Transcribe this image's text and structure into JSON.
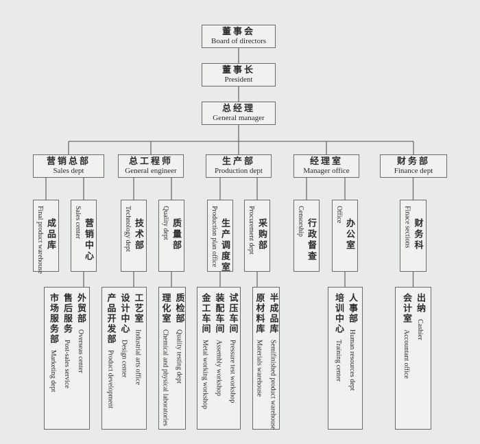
{
  "top": [
    {
      "zh": "董事会",
      "en": "Board of directors"
    },
    {
      "zh": "董事长",
      "en": "President"
    },
    {
      "zh": "总经理",
      "en": "General manager"
    }
  ],
  "departments": [
    {
      "zh": "营销总部",
      "en": "Sales dept",
      "units": [
        {
          "zh": "成品库",
          "en": "Final product warehouse"
        },
        {
          "zh": "营销中心",
          "en": "Sales center",
          "sub": [
            {
              "zh": "外贸部",
              "en": "Overseas center"
            },
            {
              "zh": "售后服务",
              "en": "Post-sales service"
            },
            {
              "zh": "市场服务部",
              "en": "Marketing dept"
            }
          ]
        }
      ]
    },
    {
      "zh": "总工程师",
      "en": "General engineer",
      "units": [
        {
          "zh": "技术部",
          "en": "Technology dept",
          "sub": [
            {
              "zh": "工艺室",
              "en": "Industrial arts office"
            },
            {
              "zh": "设计中心",
              "en": "Design center"
            },
            {
              "zh": "产品开发部",
              "en": "Product development"
            }
          ]
        },
        {
          "zh": "质量部",
          "en": "Quality dept",
          "sub": [
            {
              "zh": "质检部",
              "en": "Quality testing dept"
            },
            {
              "zh": "理化室",
              "en": "Chemical and physical laboratories"
            }
          ]
        }
      ]
    },
    {
      "zh": "生产部",
      "en": "Production dept",
      "units": [
        {
          "zh": "生产调度室",
          "en": "Production plan office",
          "sub": [
            {
              "zh": "试压车间",
              "en": "Pressure test workshop"
            },
            {
              "zh": "装配车间",
              "en": "Assembly workshop"
            },
            {
              "zh": "金工车间",
              "en": "Metal working workshop"
            }
          ]
        },
        {
          "zh": "采购部",
          "en": "Procurement dept",
          "sub": [
            {
              "zh": "半成品库",
              "en": "Semifinished product warehouse"
            },
            {
              "zh": "原材料库",
              "en": "Materials warehouse"
            }
          ]
        }
      ]
    },
    {
      "zh": "经理室",
      "en": "Manager office",
      "units": [
        {
          "zh": "行政督查",
          "en": "Censorship"
        },
        {
          "zh": "办公室",
          "en": "Office",
          "sub": [
            {
              "zh": "人事部",
              "en": "Human resources dept"
            },
            {
              "zh": "培训中心",
              "en": "Training center"
            }
          ]
        }
      ]
    },
    {
      "zh": "财务部",
      "en": "Finance dept",
      "units": [
        {
          "zh": "财务科",
          "en": "Finace sections",
          "sub": [
            {
              "zh": "出纳",
              "en": "Cashier"
            },
            {
              "zh": "会计室",
              "en": "Accountant office"
            }
          ]
        }
      ]
    }
  ]
}
